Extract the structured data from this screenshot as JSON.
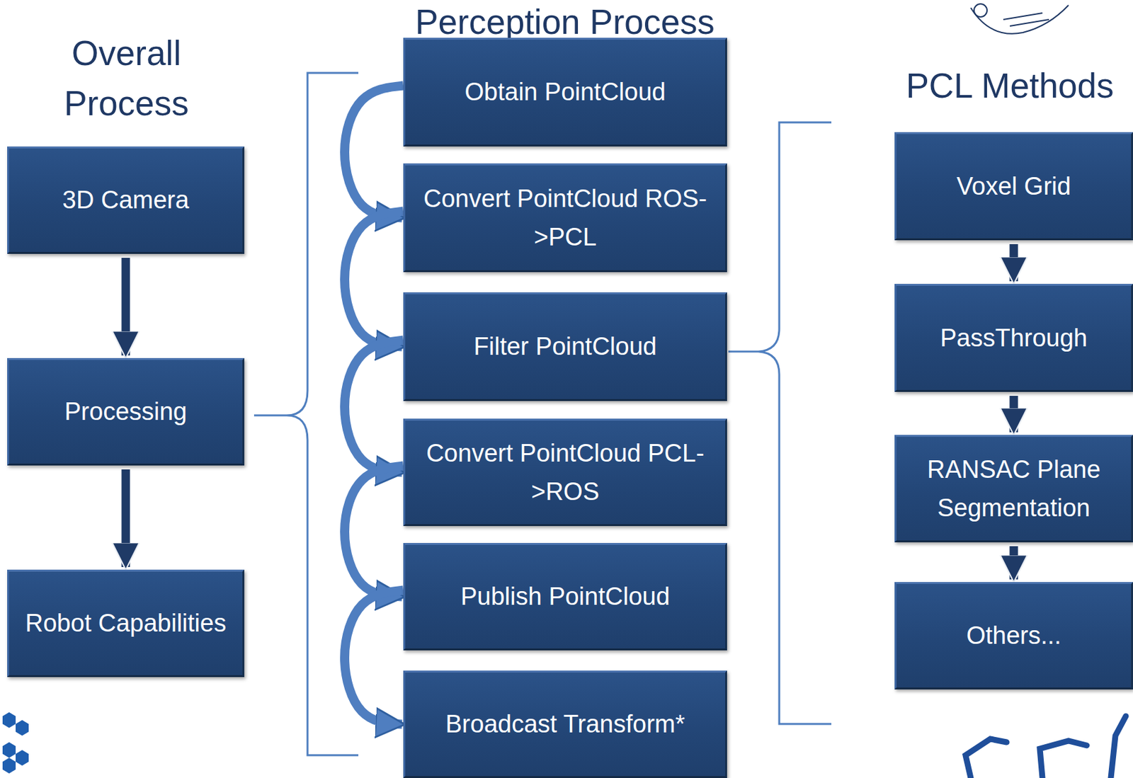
{
  "diagram": {
    "nodes": [
      {
        "text": [
          "3D Camera"
        ]
      },
      {
        "text": [
          "Processing"
        ]
      },
      {
        "text": [
          "Robot Capabilities"
        ]
      },
      {
        "text": [
          "Obtain PointCloud"
        ]
      },
      {
        "text": [
          "Convert PointCloud ROS->PCL"
        ]
      },
      {
        "text": [
          "Filter PointCloud"
        ]
      },
      {
        "text": [
          "Convert PointCloud PCL->ROS"
        ]
      },
      {
        "text": [
          "Publish PointCloud"
        ]
      },
      {
        "text": [
          "Broadcast Transform*"
        ]
      },
      {
        "text": [
          "Voxel Grid"
        ]
      },
      {
        "text": [
          "PassThrough"
        ]
      },
      {
        "text": [
          "RANSAC Plane Segmentation"
        ]
      },
      {
        "text": [
          "Others..."
        ]
      }
    ],
    "edges": [
      {
        "from": 0,
        "to": 1,
        "arrow": "to"
      },
      {
        "from": 1,
        "to": 2,
        "arrow": "to"
      },
      {
        "from": 3,
        "to": 4,
        "arrow": "to"
      },
      {
        "from": 4,
        "to": 5,
        "arrow": "to"
      },
      {
        "from": 5,
        "to": 6,
        "arrow": "to"
      },
      {
        "from": 6,
        "to": 7,
        "arrow": "to"
      },
      {
        "from": 7,
        "to": 8,
        "arrow": "to"
      },
      {
        "from": 9,
        "to": 10,
        "arrow": "to"
      },
      {
        "from": 10,
        "to": 11,
        "arrow": "to"
      },
      {
        "from": 11,
        "to": 12,
        "arrow": "to"
      }
    ],
    "labels": [
      "Overall Process",
      "Perception Process",
      "PCL Methods"
    ]
  }
}
